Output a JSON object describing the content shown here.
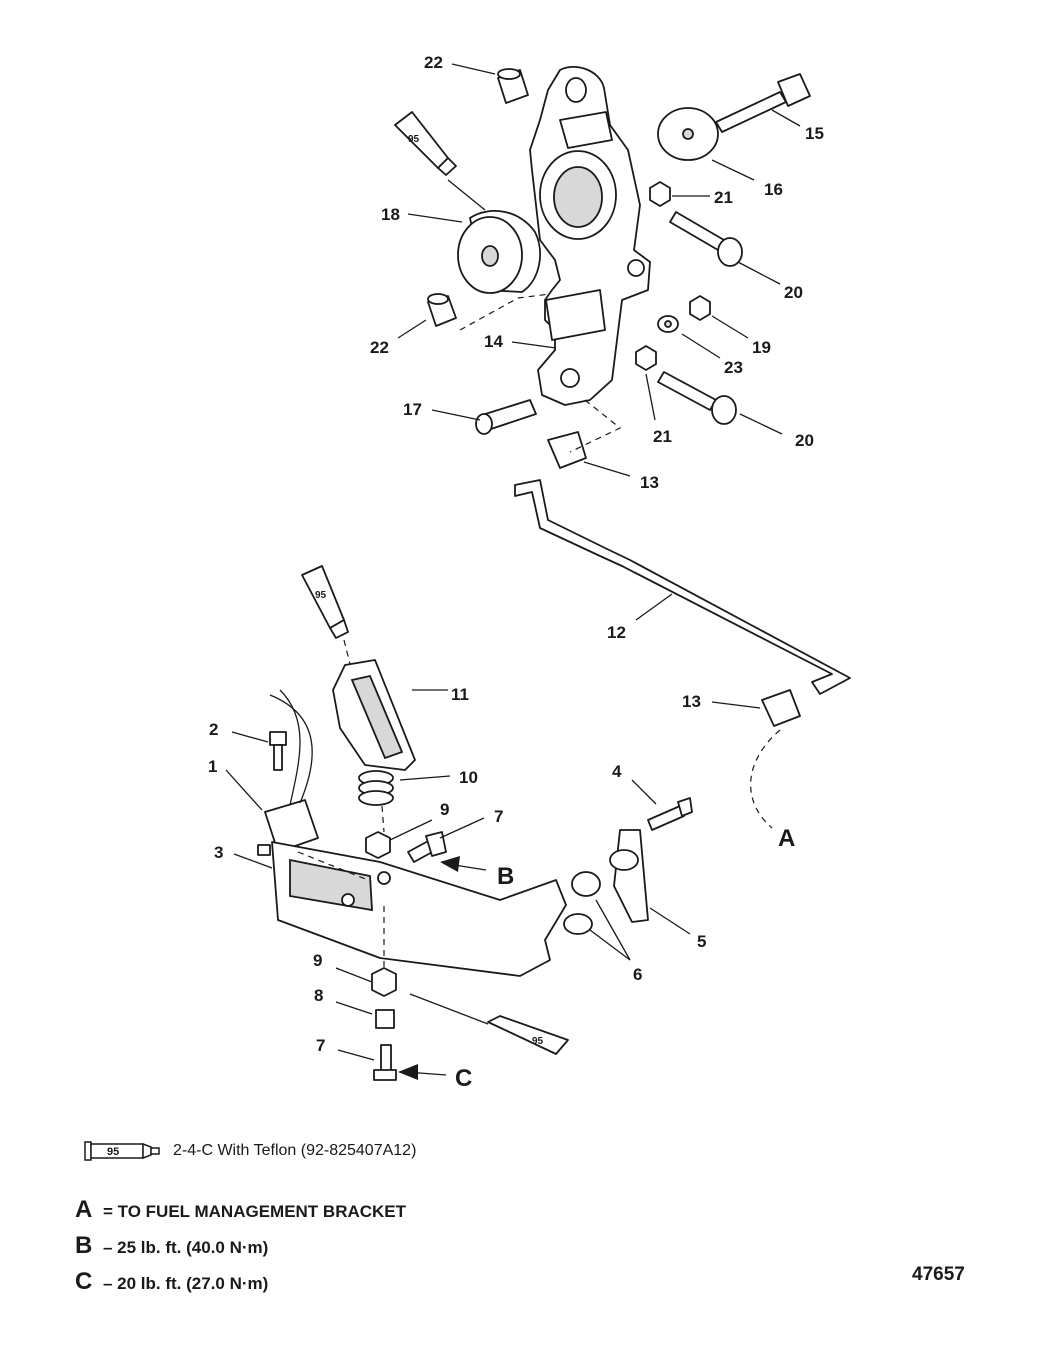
{
  "callouts": {
    "c22a": "22",
    "c95a": "95",
    "c15": "15",
    "c16": "16",
    "c21a": "21",
    "c18": "18",
    "c20a": "20",
    "c19": "19",
    "c22b": "22",
    "c14": "14",
    "c23": "23",
    "c17": "17",
    "c21b": "21",
    "c20b": "20",
    "c13a": "13",
    "c12": "12",
    "c95b": "95",
    "c11": "11",
    "c13b": "13",
    "c2": "2",
    "c1": "1",
    "c10": "10",
    "c4": "4",
    "c9a": "9",
    "c7a": "7",
    "c3": "3",
    "c5": "5",
    "c6": "6",
    "c9b": "9",
    "c8": "8",
    "c95c": "95",
    "c7b": "7"
  },
  "letters": {
    "a": "A",
    "b": "B",
    "c": "C"
  },
  "legend": {
    "tube_label": "95",
    "text": "2-4-C  With Teflon (92-825407A12)"
  },
  "notes": [
    {
      "key": "A",
      "text": "= TO FUEL MANAGEMENT BRACKET"
    },
    {
      "key": "B",
      "text": "– 25 lb. ft. (40.0 N·m)"
    },
    {
      "key": "C",
      "text": "– 20 lb. ft. (27.0 N·m)"
    }
  ],
  "figure_number": "47657"
}
